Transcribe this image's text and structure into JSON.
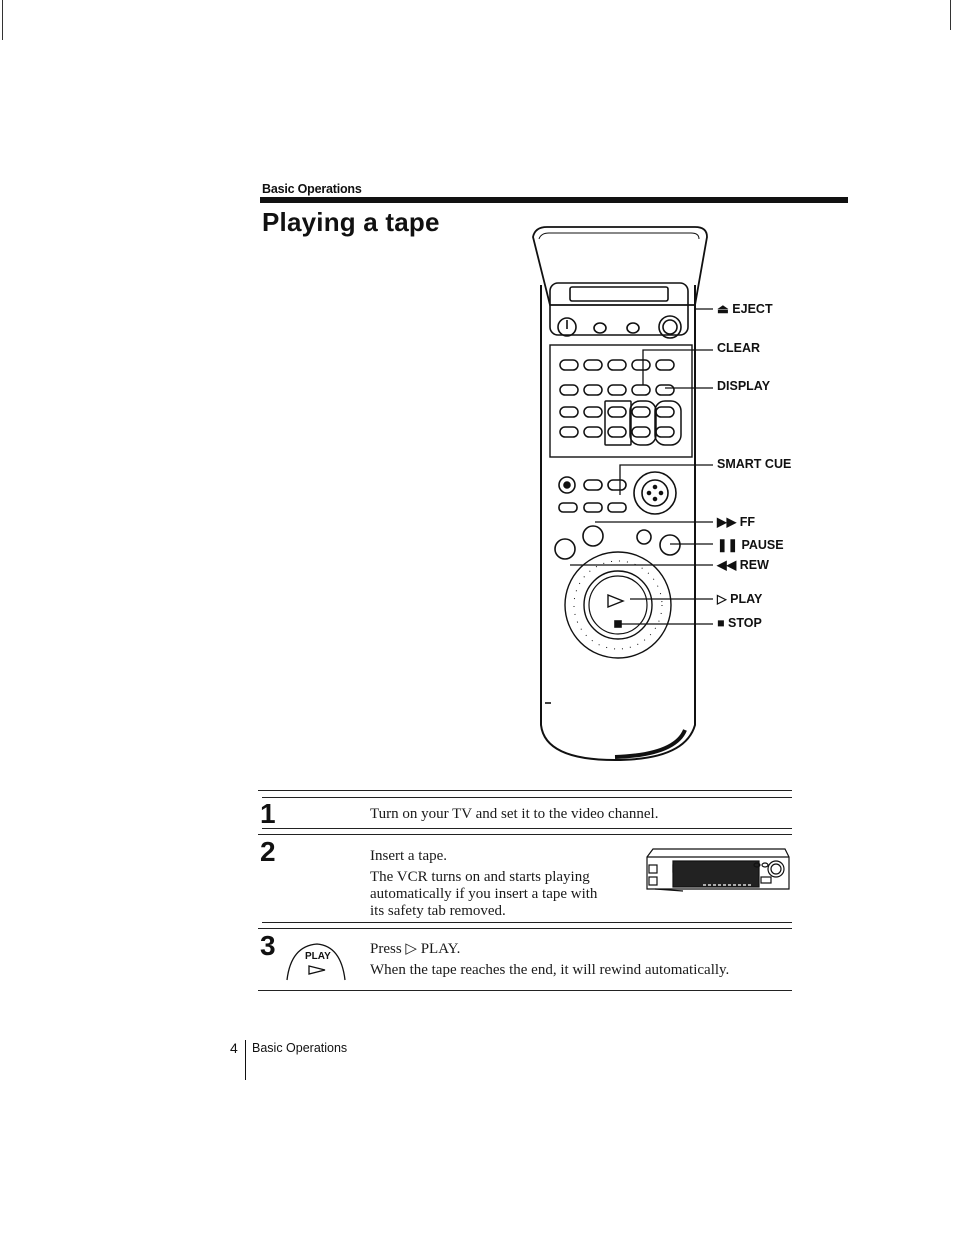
{
  "header": {
    "section": "Basic Operations"
  },
  "title": "Playing a tape",
  "remote_labels": {
    "eject": "EJECT",
    "clear": "CLEAR",
    "display": "DISPLAY",
    "smart_cue": "SMART CUE",
    "ff": "FF",
    "pause": "PAUSE",
    "rew": "REW",
    "play": "PLAY",
    "stop": "STOP"
  },
  "steps": [
    {
      "number": "1",
      "lines": [
        "Turn on your TV and set it to the video channel."
      ]
    },
    {
      "number": "2",
      "lines": [
        "Insert a tape.",
        "The VCR turns on and starts playing",
        "automatically if you insert a tape with",
        "its safety tab removed."
      ]
    },
    {
      "number": "3",
      "button_label": "PLAY",
      "lines": [
        "Press ▷ PLAY.",
        "When the tape reaches the end, it will rewind automatically."
      ]
    }
  ],
  "footer": {
    "page_number": "4",
    "section": "Basic Operations"
  },
  "icons": [
    "eject-icon",
    "ff-icon",
    "pause-icon",
    "rew-icon",
    "play-icon",
    "stop-icon",
    "remote-control",
    "vcr-illustration"
  ]
}
